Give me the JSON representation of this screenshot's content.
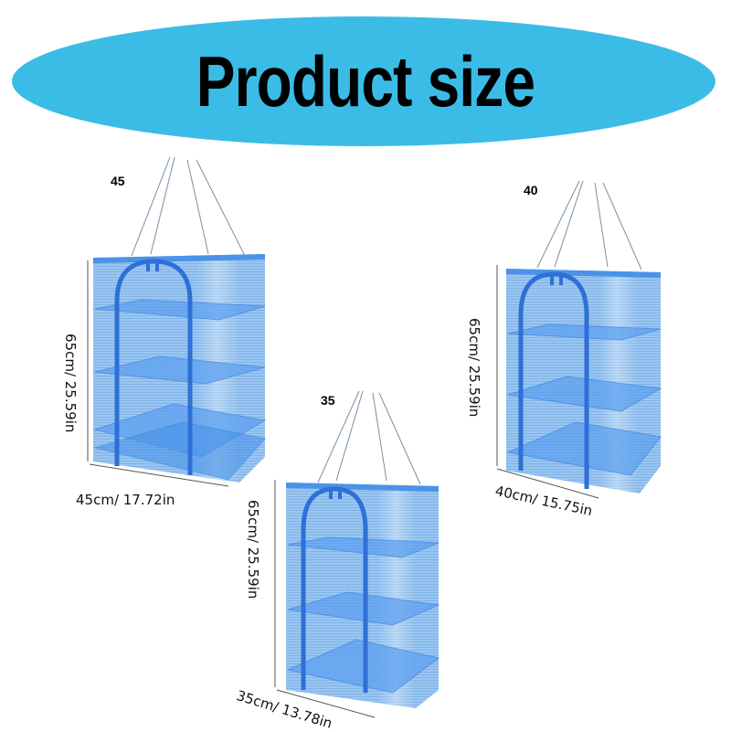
{
  "header": {
    "title": "Product size",
    "banner_color": "#3bbce6"
  },
  "products": [
    {
      "size_label": "45",
      "height": "65cm/ 25.59in",
      "width": "45cm/ 17.72in",
      "tiers": 3,
      "color": "#3a7fe0"
    },
    {
      "size_label": "35",
      "height": "65cm/ 25.59in",
      "width": "35cm/ 13.78in",
      "tiers": 3,
      "color": "#3a7fe0"
    },
    {
      "size_label": "40",
      "height": "65cm/ 25.59in",
      "width": "40cm/ 15.75in",
      "tiers": 3,
      "color": "#3a7fe0"
    }
  ]
}
